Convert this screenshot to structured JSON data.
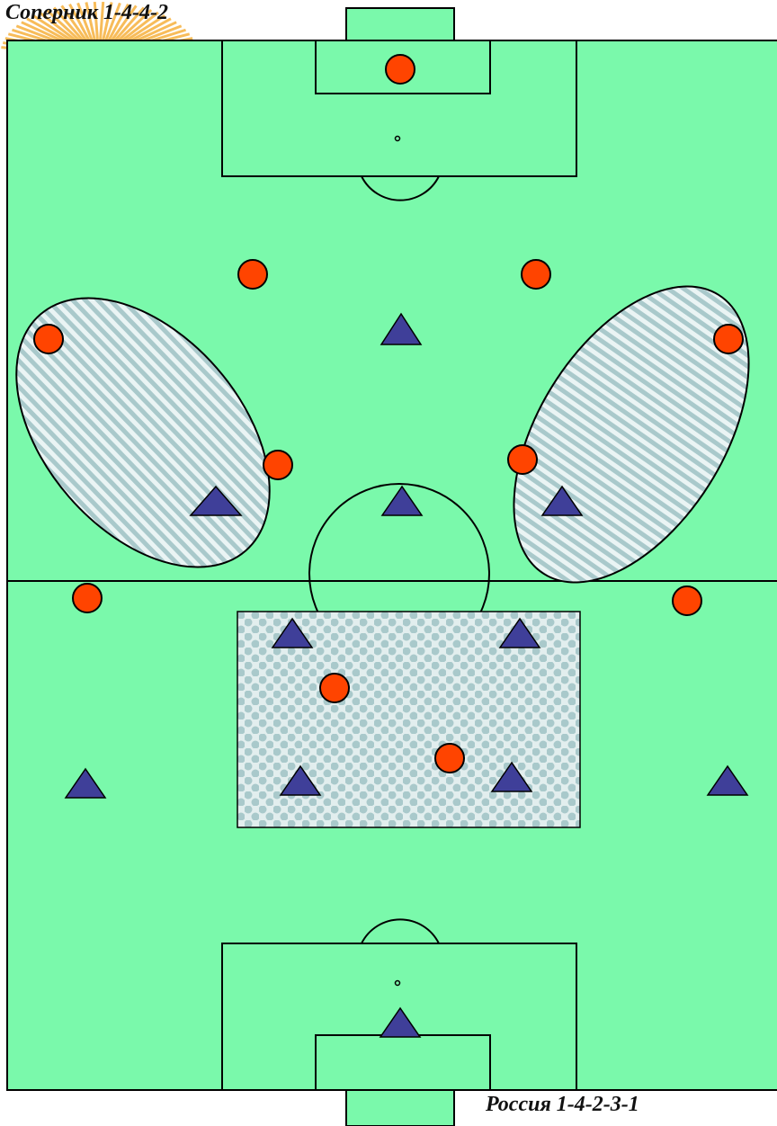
{
  "labels": {
    "opponent": "Соперник 1-4-4-2",
    "russia": "Россия 1-4-2-3-1"
  },
  "colors": {
    "pitch": "#7af9ab",
    "lines": "#000000",
    "opponent_player": "#ff4400",
    "russia_player": "#3f3f99",
    "zone_fill": "#e6f2f2",
    "zone_stripe": "#a9c9cb",
    "sun_decor": "#f5a623"
  },
  "teams": {
    "opponent": {
      "marker": "circle",
      "formation": "1-4-4-2",
      "count": 11
    },
    "russia": {
      "marker": "triangle",
      "formation": "1-4-2-3-1",
      "count": 11
    }
  },
  "zones": [
    {
      "name": "left-flank-zone",
      "shape": "ellipse",
      "pattern": "horizontal-stripes"
    },
    {
      "name": "right-flank-zone",
      "shape": "ellipse",
      "pattern": "vertical-stripes"
    },
    {
      "name": "central-zone",
      "shape": "rectangle",
      "pattern": "checker"
    }
  ]
}
